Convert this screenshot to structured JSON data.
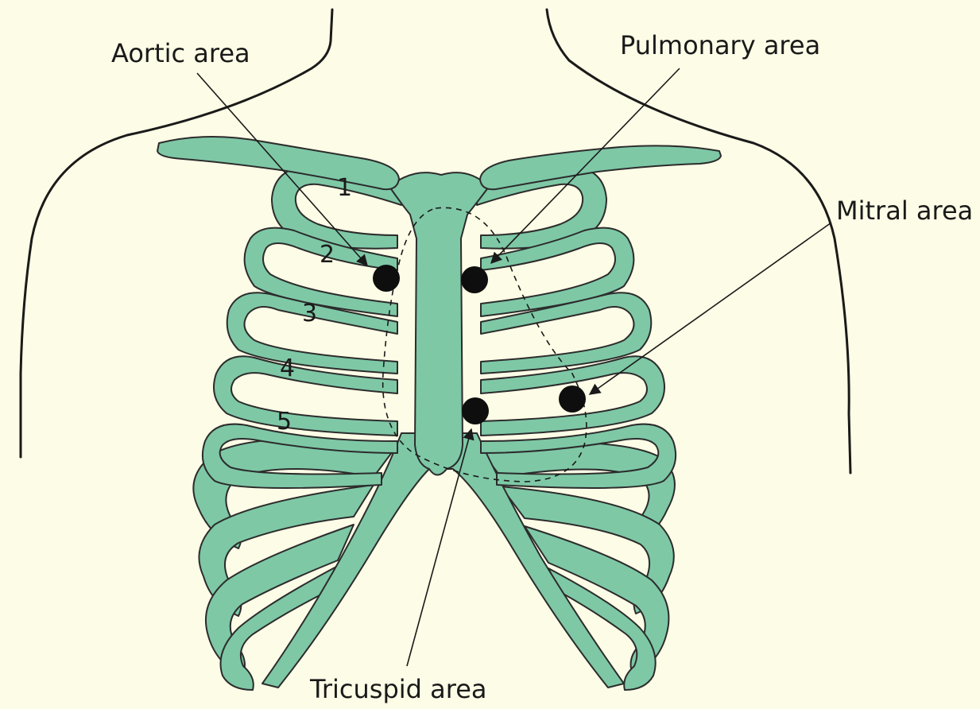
{
  "diagram": {
    "labels": {
      "aortic": "Aortic area",
      "pulmonary": "Pulmonary area",
      "mitral": "Mitral area",
      "tricuspid": "Tricuspid area"
    },
    "rib_numbers": [
      "1",
      "2",
      "3",
      "4",
      "5"
    ]
  },
  "colors": {
    "background": "#fdfce6",
    "bone": "#7ec8a6",
    "outline": "#1a1a1a"
  }
}
